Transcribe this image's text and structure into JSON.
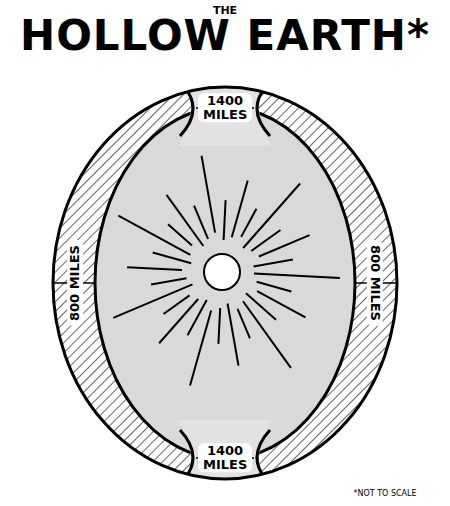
{
  "diagram": {
    "title": "HOLLOW EARTH*",
    "labels": [
      "THE",
      "1400 MILES",
      "1400 MILES",
      "800 MILES",
      "800 MILES",
      "*NOT TO SCALE"
    ]
  }
}
